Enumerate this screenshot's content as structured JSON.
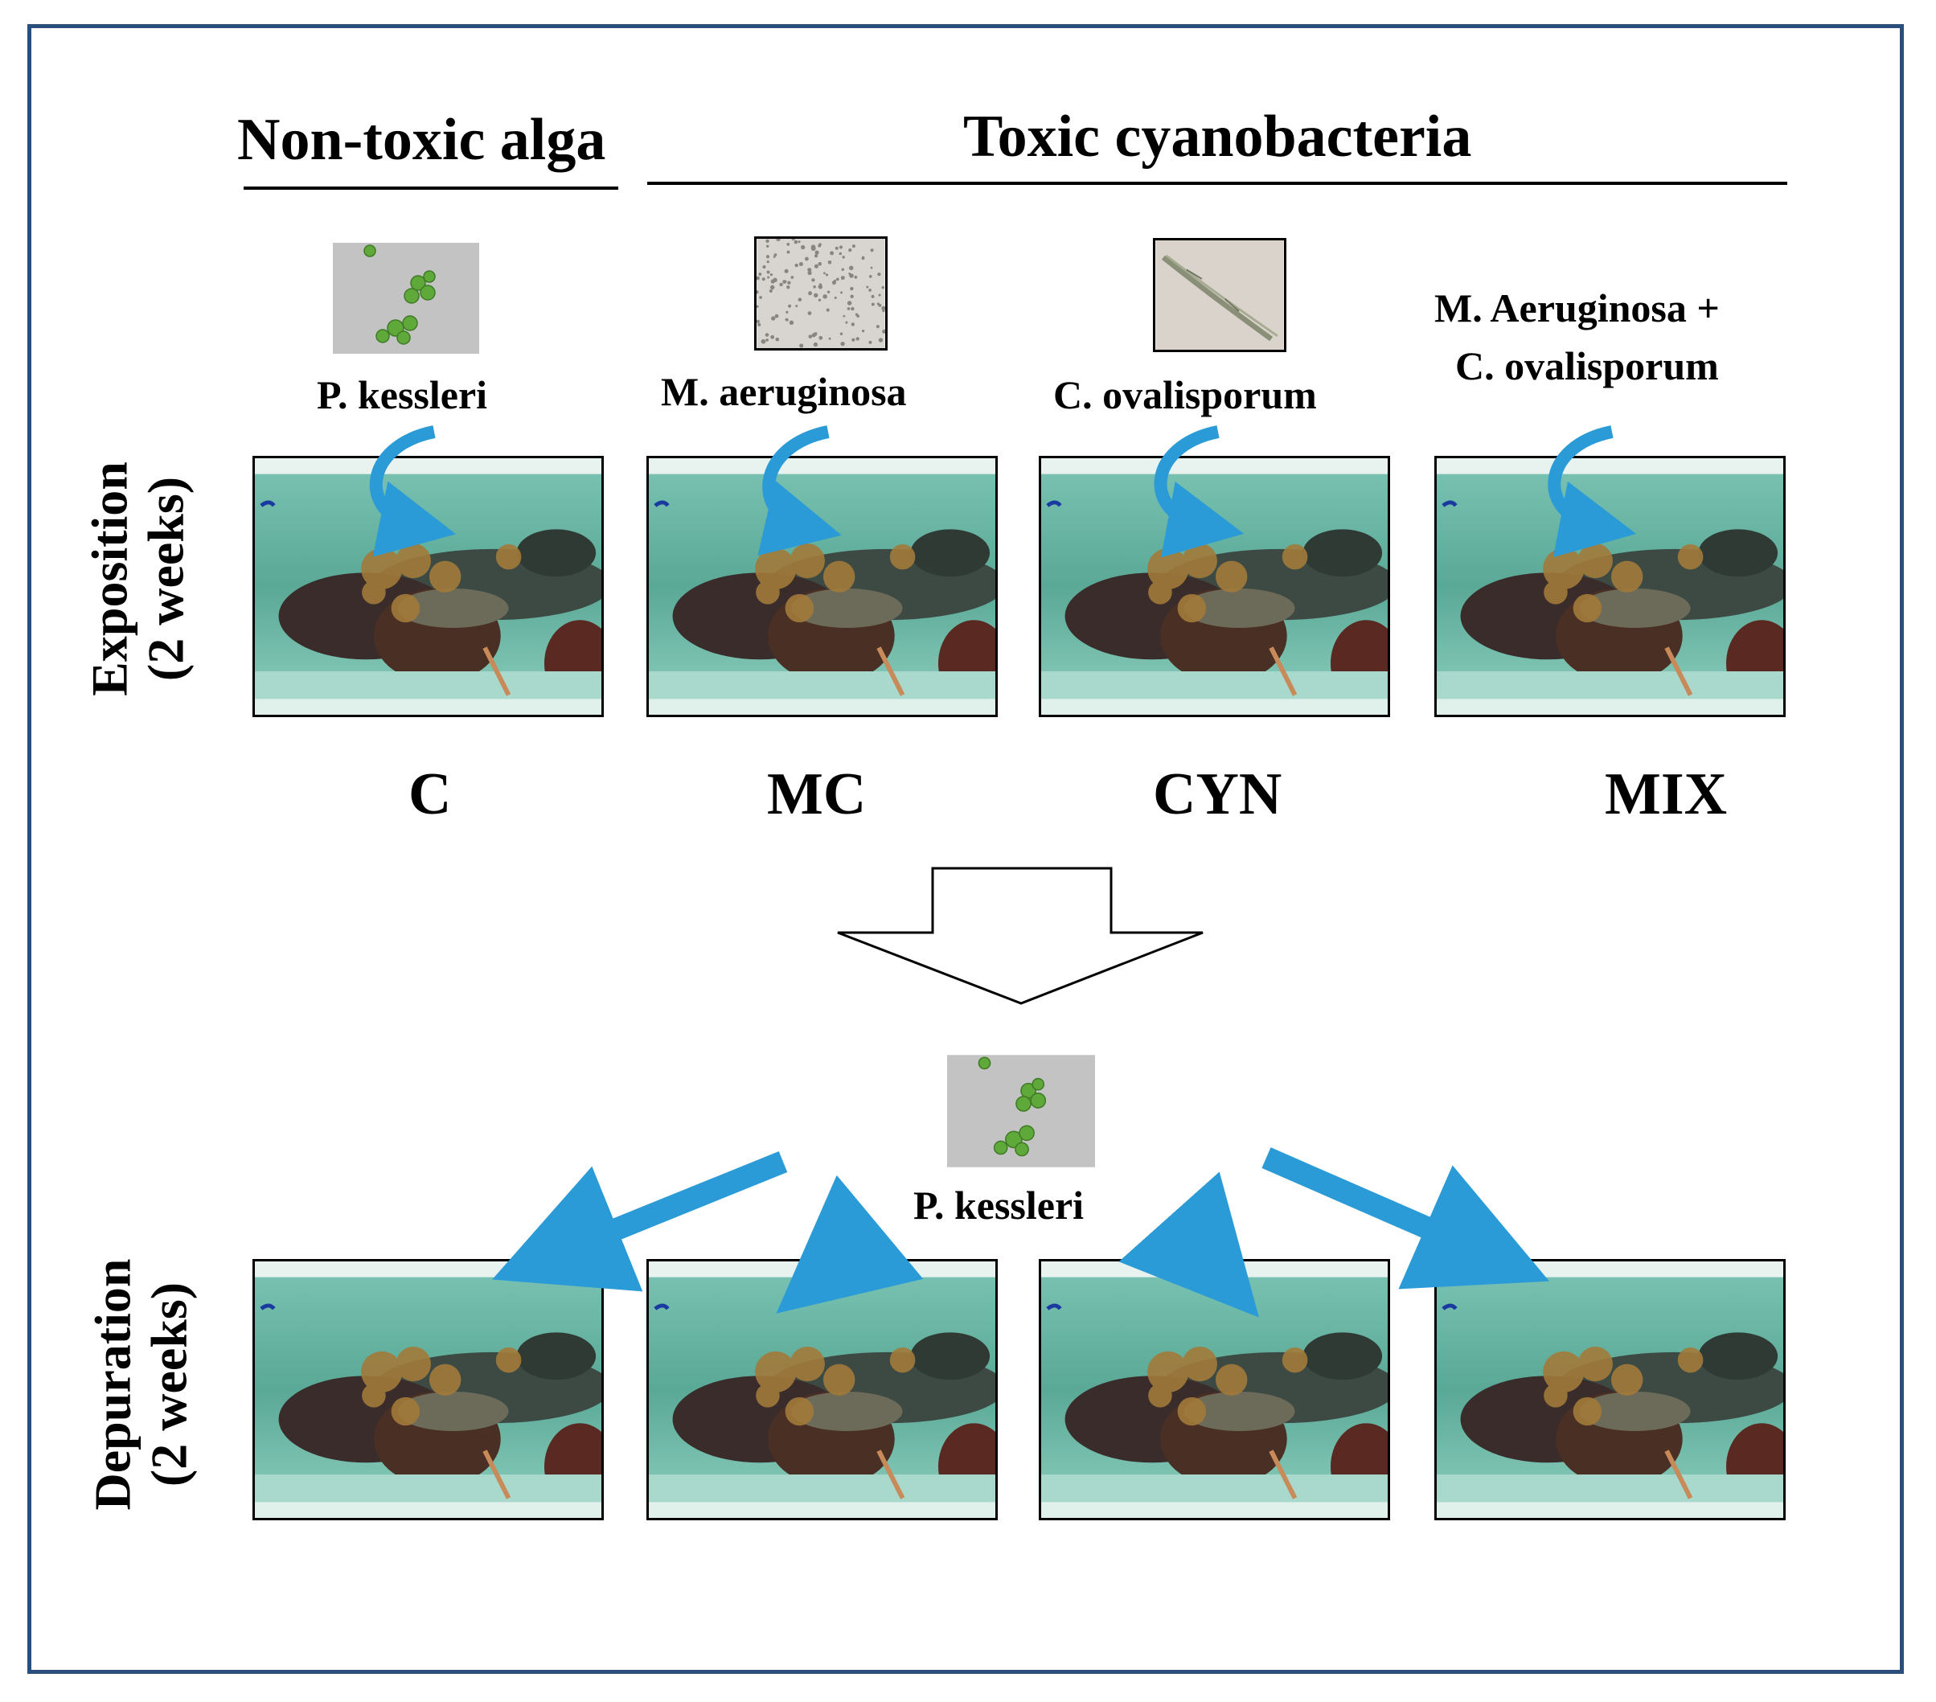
{
  "headers": {
    "non_toxic": "Non-toxic alga",
    "toxic": "Toxic cyanobacteria"
  },
  "phases": {
    "exposition_line1": "Exposition",
    "exposition_line2": "(2 weeks)",
    "depuration_line1": "Depuration",
    "depuration_line2": "(2 weeks)"
  },
  "species": {
    "p_kessleri": "P. kessleri",
    "m_aeruginosa": "M. aeruginosa",
    "c_ovalisporum": "C. ovalisporum",
    "mix_line1": "M. Aeruginosa +",
    "mix_line2": "C. ovalisporum",
    "depuration_feed": "P. kessleri"
  },
  "groups": {
    "c": "C",
    "mc": "MC",
    "cyn": "CYN",
    "mix": "MIX"
  },
  "colors": {
    "frame": "#2b4f7c",
    "arrow_blue": "#2b9bd8"
  }
}
